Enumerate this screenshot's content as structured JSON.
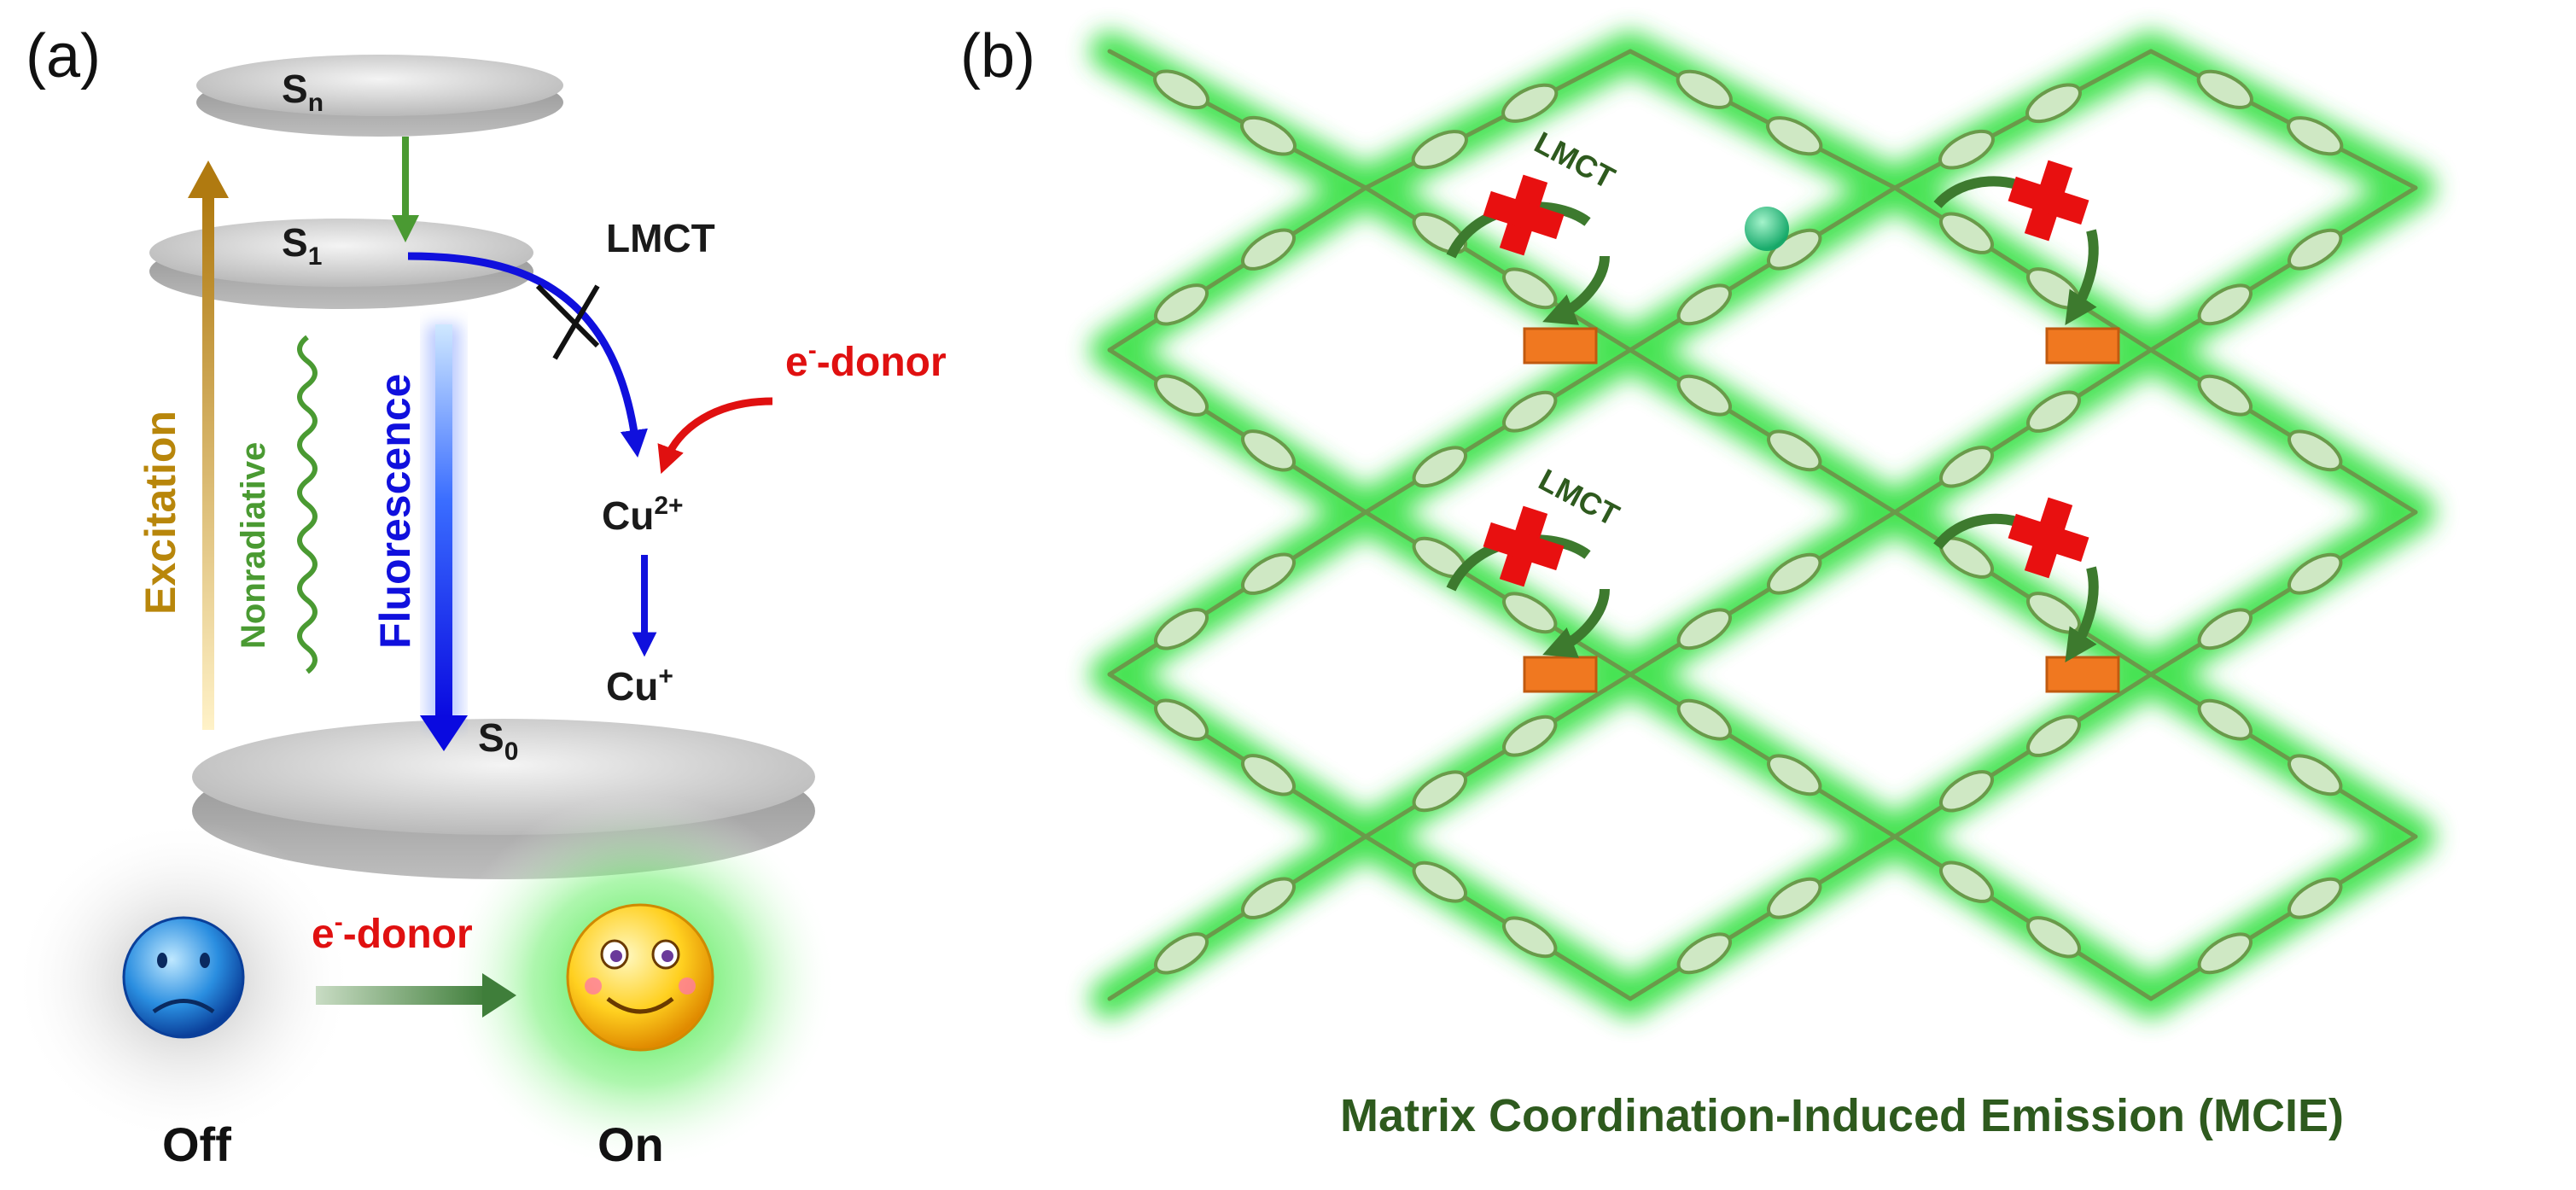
{
  "panel_a": {
    "label": "(a)",
    "levels": {
      "sn": {
        "main": "S",
        "sub": "n"
      },
      "s1": {
        "main": "S",
        "sub": "1"
      },
      "s0": {
        "main": "S",
        "sub": "0"
      }
    },
    "lmct": "LMCT",
    "edonor": {
      "main": "e",
      "sup": "-",
      "rest": "-donor"
    },
    "cu2": {
      "main": "Cu",
      "sup": "2+"
    },
    "cu1": {
      "main": "Cu",
      "sup": "+"
    },
    "excitation": "Excitation",
    "nonradiative": "Nonradiative",
    "fluorescence": "Fluorescence",
    "off": "Off",
    "on": "On",
    "switch_donor": {
      "main": "e",
      "sup": "-",
      "rest": "-donor"
    }
  },
  "panel_b": {
    "label": "(b)",
    "lmct_labels": [
      "LMCT",
      "LMCT"
    ],
    "caption": "Matrix Coordination-Induced Emission (MCIE)"
  },
  "colors": {
    "excitation": "#b8860b",
    "green": "#4a9a32",
    "blue": "#1010dd",
    "red": "#e01010",
    "caption": "#2e5a1e",
    "metal": "#f07820",
    "ligand": "#6a9a4a",
    "glow": "#30e040"
  }
}
